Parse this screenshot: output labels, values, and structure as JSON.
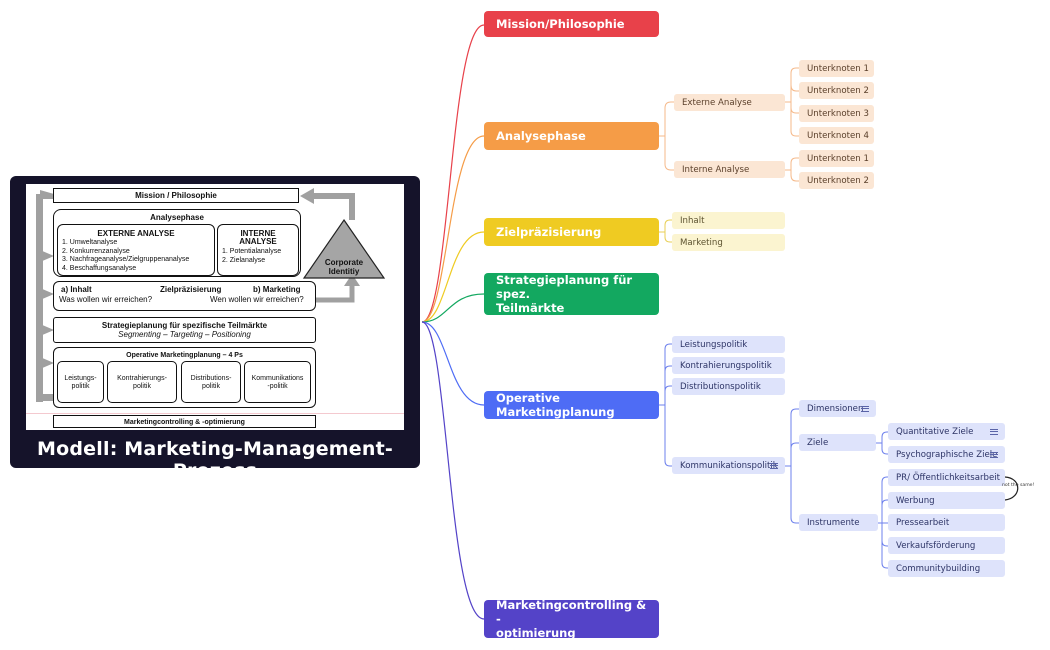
{
  "image": {
    "caption": "Modell: Marketing-Management-Prozess",
    "mission": "Mission / Philosophie",
    "analyse": {
      "title": "Analysephase",
      "extern_title": "EXTERNE ANALYSE",
      "extern_items": [
        "1. Umweltanalyse",
        "2. Konkurrenzanalyse",
        "3. Nachfrageanalyse/Zielgruppenanalyse",
        "4. Beschaffungsanalyse"
      ],
      "intern_title_1": "INTERNE",
      "intern_title_2": "ANALYSE",
      "intern_items": [
        "1. Potentialanalyse",
        "2. Zielanalyse"
      ]
    },
    "ci_1": "Corporate",
    "ci_2": "Identitiy",
    "ziel": {
      "a": "a) Inhalt",
      "title": "Zielpräzisierung",
      "b": "b) Marketing",
      "q1": "Was wollen wir erreichen?",
      "q2": "Wen wollen wir erreichen?"
    },
    "strategie": {
      "title": "Strategieplanung für spezifische Teilmärkte",
      "sub": "Segmenting – Targeting – Positioning"
    },
    "operativ": {
      "title": "Operative Marketingplanung – 4 Ps",
      "p1a": "Leistungs-",
      "p1b": "politik",
      "p2a": "Kontrahierungs-",
      "p2b": "politik",
      "p3a": "Distributions-",
      "p3b": "politik",
      "p4a": "Kommunikations",
      "p4b": "-politik"
    },
    "controlling": "Marketingcontrolling & -optimierung"
  },
  "colors": {
    "mission": "#e8414a",
    "analyse": "#f59c47",
    "ziel": "#efcb22",
    "strategie": "#13a860",
    "operativ": "#4e6cf5",
    "controlling": "#5443c8"
  },
  "mindmap": {
    "main": {
      "mission": "Mission/Philosophie",
      "analyse": "Analysephase",
      "ziel": "Zielpräzisierung",
      "strategie_1": "Strategieplanung für spez.",
      "strategie_2": "Teilmärkte",
      "operativ": "Operative Marketingplanung",
      "controlling_1": "Marketingcontrolling & -",
      "controlling_2": "optimierung"
    },
    "analyse": {
      "extern": "Externe Analyse",
      "extern_children": [
        "Unterknoten 1",
        "Unterknoten 2",
        "Unterknoten 3",
        "Unterknoten 4"
      ],
      "intern": "Interne Analyse",
      "intern_children": [
        "Unterknoten 1",
        "Unterknoten 2"
      ]
    },
    "ziel": {
      "children": [
        "Inhalt",
        "Marketing"
      ]
    },
    "operativ": {
      "children": [
        "Leistungspolitik",
        "Kontrahierungspolitik",
        "Distributionspolitik",
        "Kommunikationspolitik"
      ],
      "kommunikation": {
        "dimensionen": "Dimensionen",
        "ziele": "Ziele",
        "ziele_children": [
          "Quantitative Ziele",
          "Psychographische Ziele"
        ],
        "instrumente": "Instrumente",
        "instrumente_children": [
          "PR/ Öffentlichkeitsarbeit",
          "Werbung",
          "Pressearbeit",
          "Verkaufsförderung",
          "Communitybuilding"
        ]
      }
    },
    "relation_label": "not the same!"
  }
}
